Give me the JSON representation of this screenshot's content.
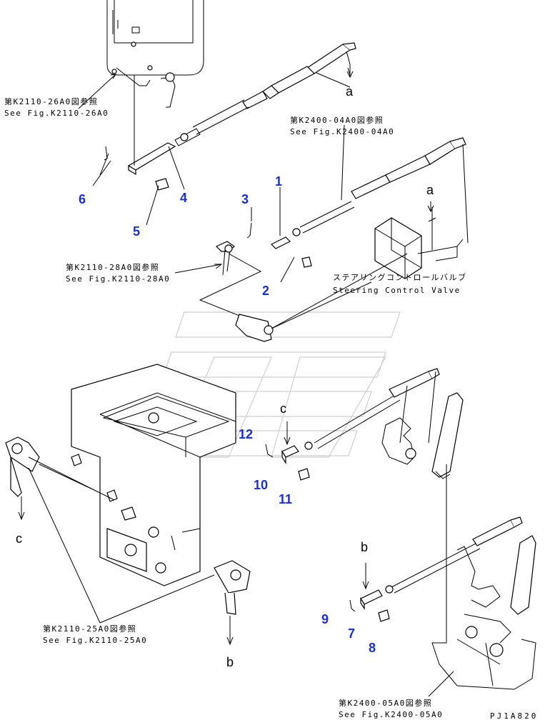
{
  "references": {
    "k2110_26a0": {
      "jp": "第K2110-26A0図参照",
      "en": "See Fig.K2110-26A0"
    },
    "k2400_04a0": {
      "jp": "第K2400-04A0図参照",
      "en": "See Fig.K2400-04A0"
    },
    "k2110_28a0": {
      "jp": "第K2110-28A0図参照",
      "en": "See Fig.K2110-28A0"
    },
    "k2110_25a0": {
      "jp": "第K2110-25A0図参照",
      "en": "See Fig.K2110-25A0"
    },
    "k2400_05a0": {
      "jp": "第K2400-05A0図参照",
      "en": "See Fig.K2400-05A0"
    }
  },
  "steering_valve": {
    "jp": "ステアリングコントロールバルブ",
    "en": "Steering Control Valve"
  },
  "callouts": {
    "c1": "1",
    "c2": "2",
    "c3": "3",
    "c4": "4",
    "c5": "5",
    "c6": "6",
    "c7": "7",
    "c8": "8",
    "c9": "9",
    "c10": "10",
    "c11": "11",
    "c12": "12"
  },
  "connection_letters": {
    "a_top": "a",
    "a_mid": "a",
    "b_bottom": "b",
    "b_mid": "b",
    "c_left": "c",
    "c_mid": "c"
  },
  "drawing_code": "PJ1A820",
  "colors": {
    "callout": "#1a2fd1",
    "line": "#000000",
    "watermark": "#cfcfcf"
  }
}
